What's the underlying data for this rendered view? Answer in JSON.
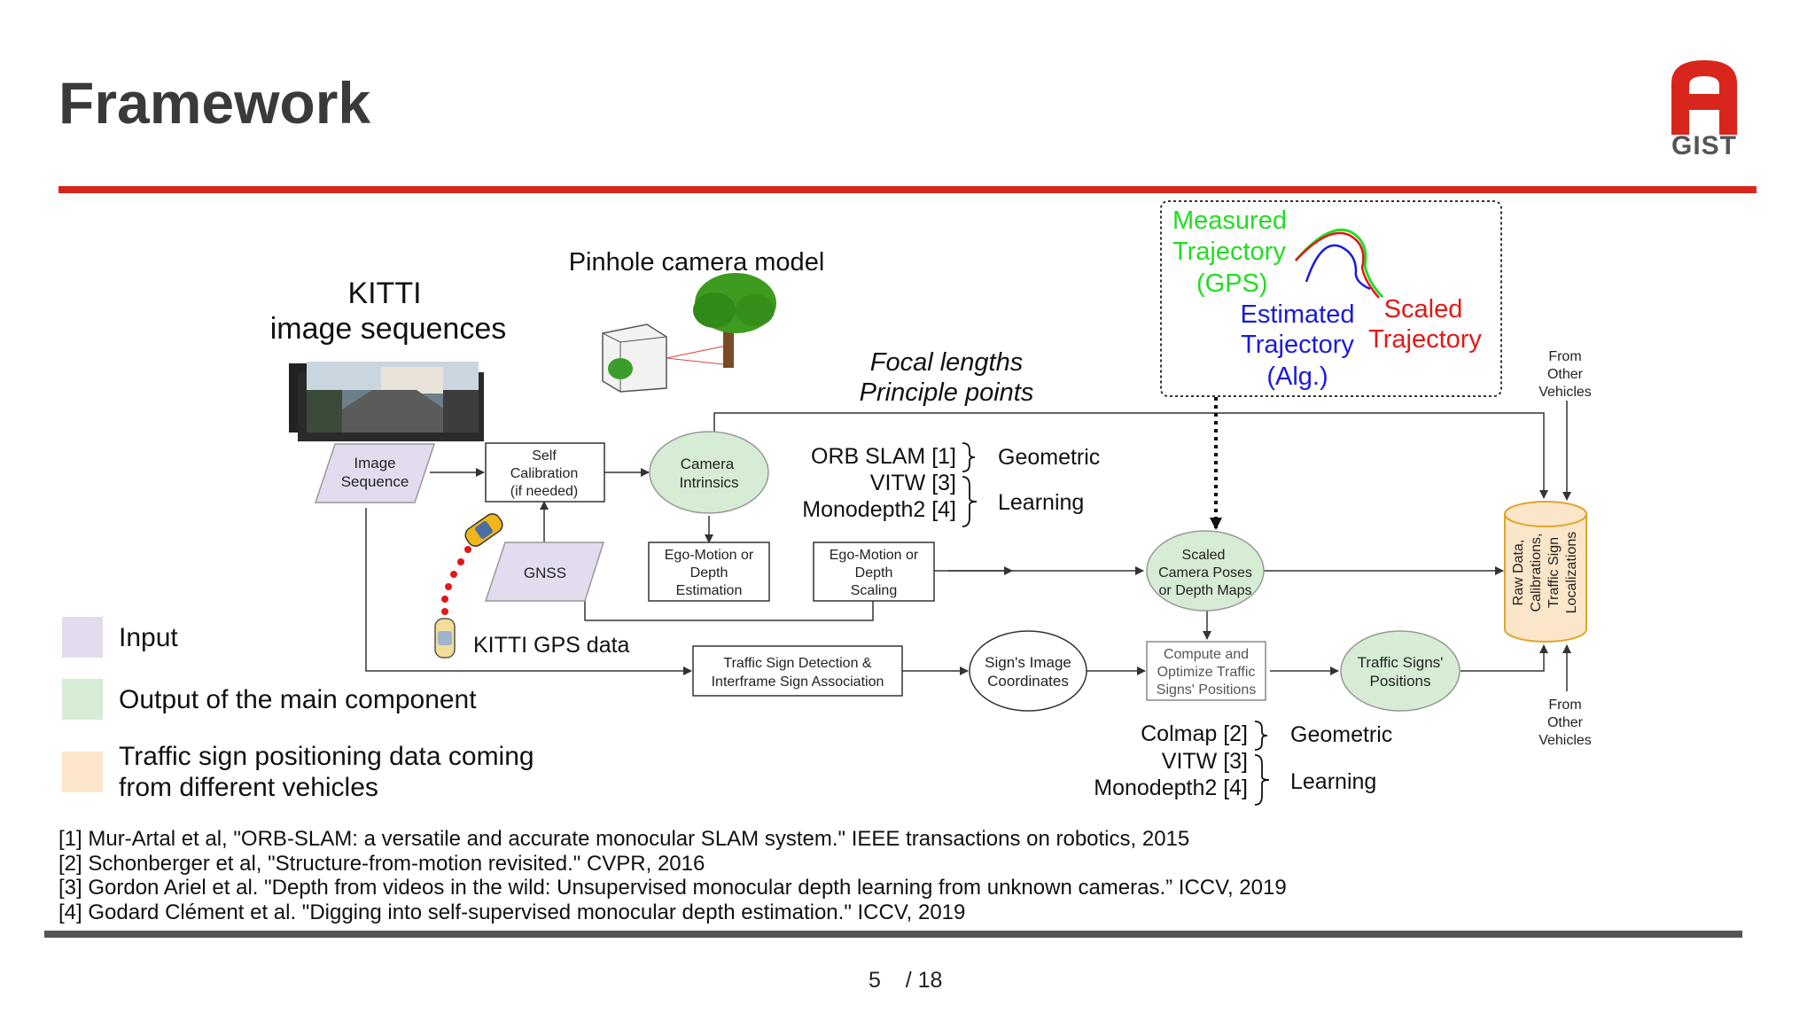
{
  "slide": {
    "title": "Framework",
    "page_current": "5",
    "page_total": "/ 18"
  },
  "logo": {
    "text": "GIST"
  },
  "legend": [
    {
      "label": "Input",
      "color": "#e3dcee"
    },
    {
      "label": "Output of the main component",
      "color": "#d6ecd4"
    },
    {
      "label_line1": "Traffic sign positioning data coming",
      "label_line2": "from different vehicles",
      "color": "#fbe6c9"
    }
  ],
  "references": [
    "[1] Mur-Artal et al,  \"ORB-SLAM: a versatile and accurate monocular SLAM system.\" IEEE transactions on robotics, 2015",
    "[2] Schonberger et al,  \"Structure-from-motion revisited.\" CVPR, 2016",
    "[3] Gordon Ariel et al. \"Depth from videos in the wild: Unsupervised monocular depth learning from unknown cameras.” ICCV, 2019",
    "[4] Godard Clément et al. \"Digging into self-supervised monocular depth estimation.\" ICCV, 2019"
  ],
  "diagram": {
    "kitti_title_1": "KITTI",
    "kitti_title_2": "image sequences",
    "pinhole_title": "Pinhole camera model",
    "focal_1": "Focal lengths",
    "focal_2": "Principle points",
    "traj_measured": [
      "Measured",
      "Trajectory",
      "(GPS)"
    ],
    "traj_estimated": [
      "Estimated",
      "Trajectory",
      "(Alg.)"
    ],
    "traj_scaled": [
      "Scaled",
      "Trajectory"
    ],
    "from_other_top": [
      "From",
      "Other",
      "Vehicles"
    ],
    "from_other_bottom": [
      "From",
      "Other",
      "Vehicles"
    ],
    "image_sequence": [
      "Image",
      "Sequence"
    ],
    "self_calibration": [
      "Self",
      "Calibration",
      "(if needed)"
    ],
    "camera_intrinsics": [
      "Camera",
      "Intrinsics"
    ],
    "gnss": "GNSS",
    "ego_depth_est": [
      "Ego-Motion or",
      "Depth",
      "Estimation"
    ],
    "ego_depth_scaling": [
      "Ego-Motion or",
      "Depth",
      "Scaling"
    ],
    "scaled_poses": [
      "Scaled",
      "Camera Poses",
      "or Depth Maps"
    ],
    "traffic_sign_detection": [
      "Traffic Sign Detection &",
      "Interframe Sign Association"
    ],
    "sign_image_coords": [
      "Sign's Image",
      "Coordinates"
    ],
    "compute_optimize": [
      "Compute and",
      "Optimize Traffic",
      "Signs' Positions"
    ],
    "traffic_signs_positions": [
      "Traffic Signs'",
      "Positions"
    ],
    "database": [
      "Raw Data,",
      "Calibrations,",
      "Traffic Sign",
      "Localizations"
    ],
    "kitti_gps": "KITTI GPS data",
    "methods_top": [
      "ORB SLAM [1]",
      "VITW [3]",
      "Monodepth2 [4]"
    ],
    "methods_top_cat": [
      "Geometric",
      "Learning"
    ],
    "methods_bottom": [
      "Colmap [2]",
      "VITW [3]",
      "Monodepth2 [4]"
    ],
    "methods_bottom_cat": [
      "Geometric",
      "Learning"
    ]
  },
  "colors": {
    "accent_red": "#d9261c",
    "input_fill": "#e3dcee",
    "output_fill": "#d6ecd4",
    "db_fill": "#fbe6c9",
    "gps_green": "#22dd22",
    "alg_blue": "#1a1adb",
    "scaled_red": "#e01818"
  }
}
